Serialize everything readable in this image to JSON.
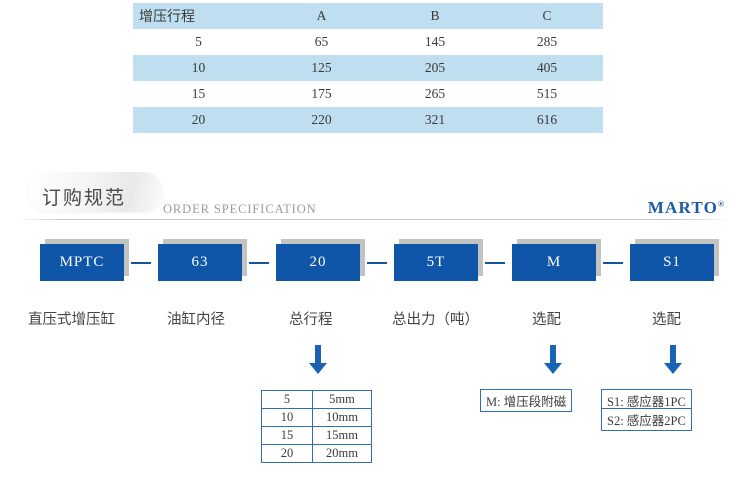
{
  "spec_table": {
    "columns": [
      "增压行程",
      "A",
      "B",
      "C"
    ],
    "rows": [
      [
        "5",
        "65",
        "145",
        "285"
      ],
      [
        "10",
        "125",
        "205",
        "405"
      ],
      [
        "15",
        "175",
        "265",
        "515"
      ],
      [
        "20",
        "220",
        "321",
        "616"
      ]
    ]
  },
  "section_header": {
    "title_cn": "订购规范",
    "title_en": "ORDER SPECIFICATION",
    "brand": "MARTO",
    "brand_mark": "®",
    "brand_color": "#1a5ba6"
  },
  "model_code": {
    "segments": [
      {
        "code": "MPTC",
        "label": "直压式增压缸"
      },
      {
        "code": "63",
        "label": "油缸内径"
      },
      {
        "code": "20",
        "label": "总行程"
      },
      {
        "code": "5T",
        "label": "总出力（吨）"
      },
      {
        "code": "M",
        "label": "选配"
      },
      {
        "code": "S1",
        "label": "选配"
      }
    ],
    "box_color": "#0f56a8",
    "shadow_color": "#c3c3c3",
    "arrow_color": "#1a62b4"
  },
  "stroke_options": {
    "rows": [
      [
        "5",
        "5mm"
      ],
      [
        "10",
        "10mm"
      ],
      [
        "15",
        "15mm"
      ],
      [
        "20",
        "20mm"
      ]
    ]
  },
  "magnet_option": {
    "text": "M: 增压段附磁"
  },
  "sensor_options": {
    "items": [
      {
        "text": "S1: 感应器1PC"
      },
      {
        "text": "S2: 感应器2PC"
      }
    ]
  },
  "table_colors": {
    "shade": "#bfdeef",
    "plain": "#ffffff"
  }
}
